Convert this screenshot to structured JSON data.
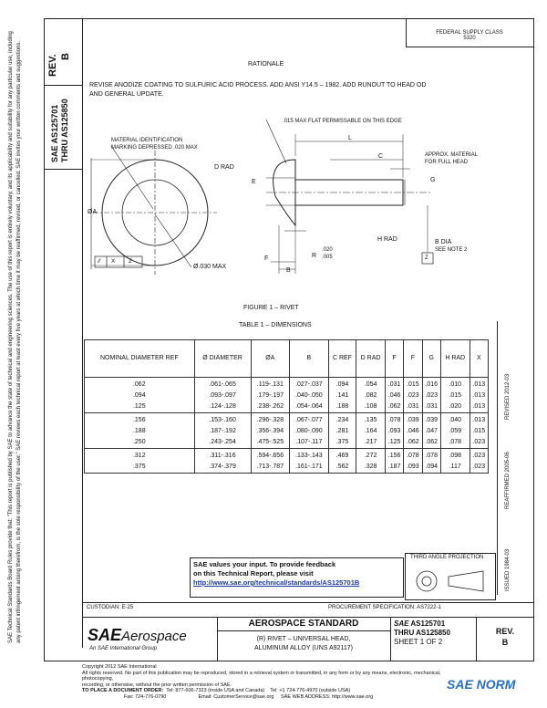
{
  "left_margin_note": "SAE Technical Standards Board Rules provide that: \"This report is published by SAE to advance the state of technical and engineering sciences. The use of this report is entirely voluntary, and its applicability and suitability for any particular use, including any patent infringement arising therefrom, is the sole responsibility of the user.\" SAE reviews each technical report at least every five years at which time it may be reaffirmed, revised, or cancelled. SAE invites your written comments and suggestions.",
  "header": {
    "rev_label": "REV.",
    "rev_value": "B",
    "doc_numbers_line1": "AS125701",
    "doc_numbers_line2": "THRU AS125850",
    "sae_logo": "SAE",
    "federal_supply_class_line1": "FEDERAL SUPPLY CLASS",
    "federal_supply_class_line2": "5320"
  },
  "rationale": {
    "title": "RATIONALE",
    "text_line1": "REVISE ANODIZE COATING TO SULFURIC ACID PROCESS. ADD ANSI Y14.5 – 1982. ADD RUNOUT TO HEAD OD",
    "text_line2": "AND GENERAL UPDATE."
  },
  "drawing": {
    "label_material_id_1": "MATERIAL IDENTIFICATION",
    "label_material_id_2": "MARKING DEPRESSED .020 MAX",
    "label_dia_a": "ØA",
    "label_dia_030": "Ø.030 MAX",
    "label_fcf_1": "⁄⁄",
    "label_fcf_2": "X",
    "label_fcf_3": "Z",
    "label_flat": ".015 MAX FLAT PERMISSABLE ON THIS EDGE",
    "label_l": "L",
    "label_c": "C",
    "label_approx_1": "APPROX. MATERIAL",
    "label_approx_2": "FOR FULL HEAD",
    "label_d_rad": "D RAD",
    "label_e": "E",
    "label_g": "G",
    "label_h_rad": "H RAD",
    "label_b_dia": "B DIA",
    "label_see_note": "SEE NOTE 2",
    "label_z": "Z",
    "label_f": "F",
    "label_b": "B",
    "label_r": "R",
    "label_r_val1": ".020",
    "label_r_val2": ".005",
    "figure_caption": "FIGURE 1 – RIVET"
  },
  "table": {
    "caption": "TABLE 1 – DIMENSIONS",
    "headers": [
      "NOMINAL DIAMETER REF",
      "Ø DIAMETER",
      "ØA",
      "B",
      "C REF",
      "D RAD",
      "F",
      "F",
      "G",
      "H RAD",
      "X"
    ],
    "rows": [
      [
        ".062\n.094\n.125",
        ".061-.065\n.093-.097\n.124-.128",
        ".119-.131\n.179-.197\n.238-.262",
        ".027-.037\n.040-.050\n.054-.064",
        ".094\n.141\n.188",
        ".054\n.082\n.108",
        ".031\n.046\n.062",
        ".015\n.023\n.031",
        ".016\n.023\n.031",
        ".010\n.015\n.020",
        ".013\n.013\n.013"
      ],
      [
        ".156\n.188\n.250",
        ".153-.160\n.187-.192\n.243-.254",
        ".296-.328\n.356-.394\n.475-.525",
        ".067-.077\n.080-.090\n.107-.117",
        ".234\n.281\n.375",
        ".135\n.164\n.217",
        ".078\n.093\n.125",
        ".039\n.046\n.062",
        ".039\n.047\n.062",
        ".040\n.059\n.078",
        ".013\n.015\n.023"
      ],
      [
        ".312\n.375",
        ".311-.316\n.374-.379",
        ".594-.656\n.713-.787",
        ".133-.143\n.161-.171",
        ".469\n.562",
        ".272\n.328",
        ".156\n.187",
        ".078\n.093",
        ".078\n.094",
        ".098\n.117",
        ".023\n.023"
      ]
    ]
  },
  "right_margin": {
    "issued": "ISSUED 1984-03",
    "reaffirmed": "REAFFIRMED 2005-06",
    "revised": "REVISED 2012-03"
  },
  "feedback": {
    "line1": "SAE values your input. To provide feedback",
    "line2": "on this Technical Report, please visit",
    "url": "http://www.sae.org/technical/standards/AS125701B"
  },
  "third_angle": "THIRD ANGLE PROJECTION",
  "custodian": "CUSTODIAN: E-25",
  "procurement": "PROCUREMENT SPECIFICATION: AS7222-1",
  "title_block": {
    "logo_sae": "SAE",
    "logo_aerospace": "Aerospace",
    "logo_tagline": "An SAE International Group",
    "standard_title": "AEROSPACE STANDARD",
    "desc_line1": "(R) RIVET – UNIVERSAL HEAD,",
    "desc_line2": "ALUMINUM ALLOY (UNS A92117)",
    "doc_line1": "AS125701",
    "doc_line2": "THRU AS125850",
    "sheet": "SHEET 1 OF 2",
    "rev_label": "REV.",
    "rev_value": "B"
  },
  "footer": {
    "copyright": "Copyright 2012 SAE International",
    "rights": "All rights reserved. No part of this publication may be reproduced, stored in a retrieval system or transmitted, in any form or by any means, electronic, mechanical, photocopying,",
    "rights2": "recording, or otherwise, without the prior written permission of SAE.",
    "order_label": "TO PLACE A DOCUMENT ORDER:",
    "tel": "Tel: 877-606-7323 (inside USA and Canada)",
    "tel2": "Tel: +1 724-776-4970 (outside USA)",
    "fax": "Fax: 724-776-0790",
    "email": "Email: CustomerService@sae.org",
    "web": "SAE WEB ADDRESS: http://www.sae.org",
    "watermark": "SAE NORM"
  },
  "colors": {
    "link": "#1a3a9a",
    "watermark": "#2a6fb8"
  }
}
